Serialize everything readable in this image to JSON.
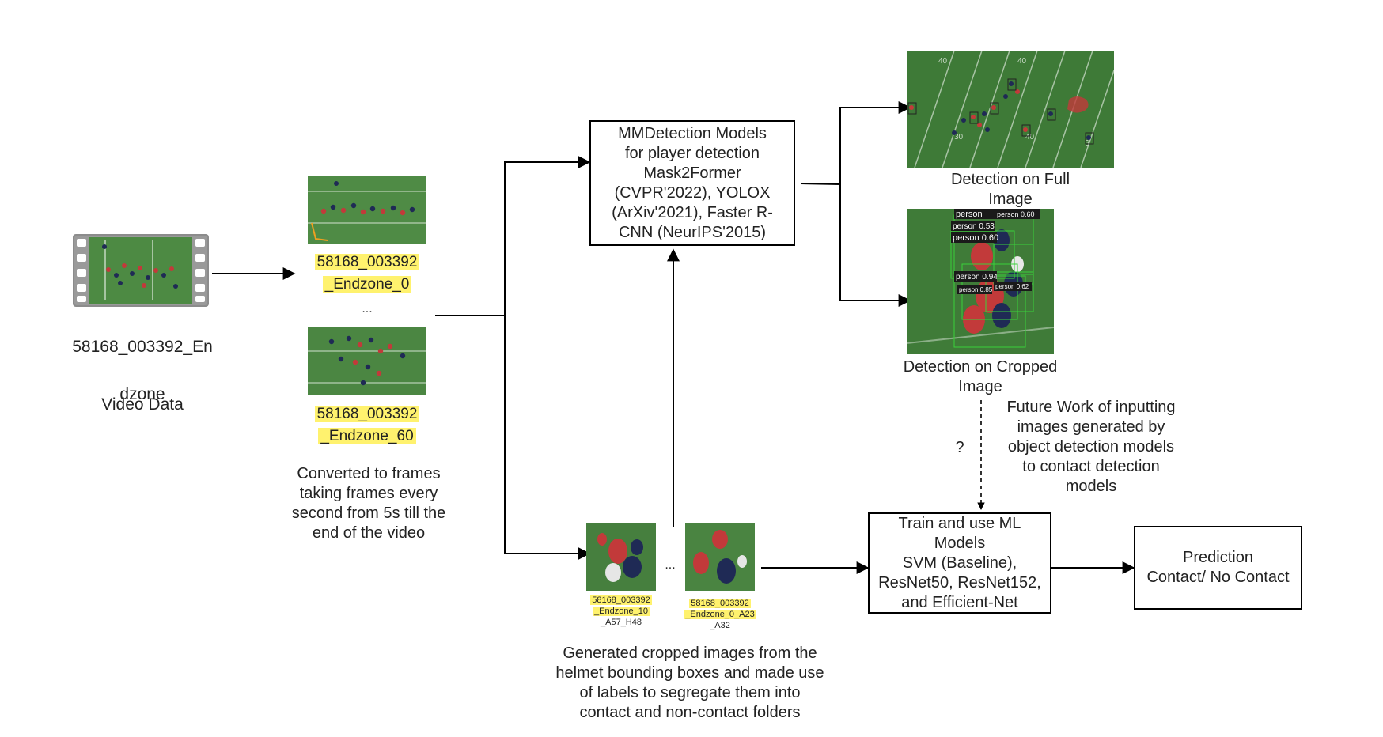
{
  "video": {
    "filename_line1": "58168_003392_En",
    "filename_line2": "dzone",
    "caption": "Video Data"
  },
  "frames": {
    "first_label_a": "58168_003392",
    "first_label_b": "_Endzone_0",
    "ellipsis": "...",
    "last_label_a": "58168_003392",
    "last_label_b": "_Endzone_60",
    "description": "Converted to frames\ntaking frames every\nsecond from 5s till the\nend  of the video"
  },
  "mmdet_box": {
    "text": "MMDetection Models\nfor player detection\nMask2Former\n(CVPR'2022), YOLOX\n(ArXiv'2021), Faster R-\nCNN (NeurIPS'2015)"
  },
  "detection_full": {
    "caption": "Detection on Full\nImage"
  },
  "detection_cropped": {
    "caption": "Detection on Cropped\nImage",
    "labels": [
      "person",
      "person 0.60",
      "person 0.53",
      "person 0.60",
      "person 0.94",
      "person 0.62",
      "person 0.85"
    ]
  },
  "future_work": {
    "question": "?",
    "text": "Future Work of inputting\nimages generated by\nobject detection models\nto contact detection\nmodels"
  },
  "crops": {
    "ellipsis": "...",
    "first_label": [
      "58168_003392",
      "_Endzone_10",
      "_A57_H48"
    ],
    "second_label": [
      "58168_003392",
      "_Endzone_0_A23",
      "_A32"
    ],
    "description": "Generated cropped images from the\nhelmet bounding boxes and made use\nof labels to segregate them into\ncontact and non-contact folders"
  },
  "ml_box": {
    "text": "Train and use ML\nModels\nSVM (Baseline),\nResNet50, ResNet152,\nand Efficient-Net"
  },
  "prediction_box": {
    "text": "Prediction\nContact/ No Contact"
  },
  "field_numbers": [
    "40",
    "40",
    "30",
    "40",
    "6"
  ],
  "colors": {
    "grass": "#3f7f3a",
    "highlight": "#fff26e",
    "red_jersey": "#c23a3a",
    "navy_jersey": "#1f2a55",
    "detection_box": "#3ad13a"
  }
}
